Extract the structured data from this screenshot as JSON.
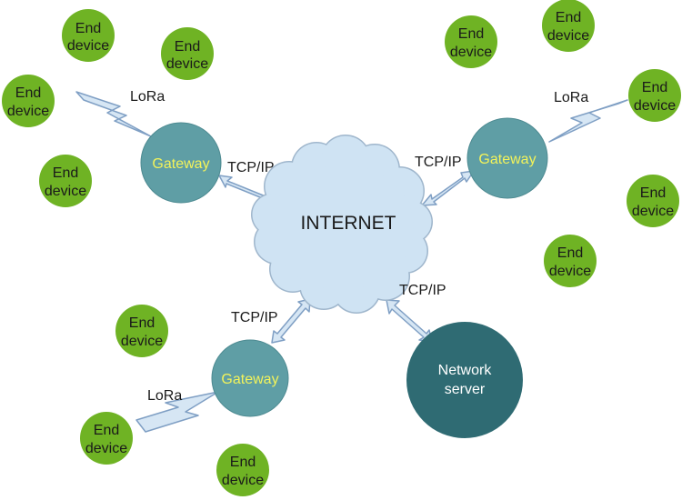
{
  "labels": {
    "end_device_line1": "End",
    "end_device_line2": "device",
    "gateway": "Gateway",
    "internet": "INTERNET",
    "tcpip": "TCP/IP",
    "lora": "LoRa",
    "server_line1": "Network",
    "server_line2": "server"
  },
  "colors": {
    "end_device": "#6fb324",
    "gateway_fill": "#5f9ea5",
    "gateway_text": "#f3f35a",
    "cloud_fill": "#cfe3f3",
    "server_fill": "#2f6b73",
    "arrow_fill": "#d6e6f4",
    "arrow_stroke": "#7f9fc4"
  }
}
